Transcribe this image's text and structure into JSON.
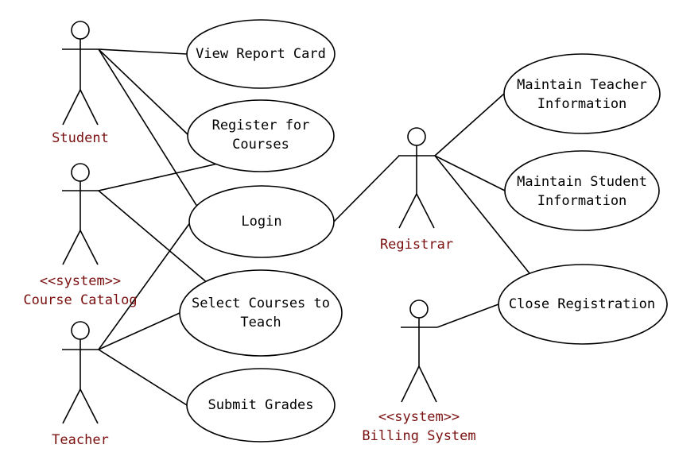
{
  "colors": {
    "line": "#000000",
    "actor_label": "#7a1010",
    "use_case_text": "#000000",
    "background": "#ffffff"
  },
  "actors": {
    "student": {
      "name": "Student"
    },
    "course_catalog": {
      "stereotype": "<<system>>",
      "name": "Course Catalog"
    },
    "teacher": {
      "name": "Teacher"
    },
    "registrar": {
      "name": "Registrar"
    },
    "billing_system": {
      "stereotype": "<<system>>",
      "name": "Billing System"
    }
  },
  "use_cases": {
    "view_report_card": {
      "lines": [
        "View Report Card"
      ]
    },
    "register_for_courses": {
      "lines": [
        "Register for",
        "Courses"
      ]
    },
    "login": {
      "lines": [
        "Login"
      ]
    },
    "select_courses": {
      "lines": [
        "Select Courses to",
        "Teach"
      ]
    },
    "submit_grades": {
      "lines": [
        "Submit Grades"
      ]
    },
    "maintain_teacher": {
      "lines": [
        "Maintain Teacher",
        "Information"
      ]
    },
    "maintain_student": {
      "lines": [
        "Maintain Student",
        "Information"
      ]
    },
    "close_registration": {
      "lines": [
        "Close Registration"
      ]
    }
  },
  "associations": [
    [
      "student",
      "view_report_card"
    ],
    [
      "student",
      "register_for_courses"
    ],
    [
      "student",
      "login"
    ],
    [
      "course_catalog",
      "register_for_courses"
    ],
    [
      "course_catalog",
      "select_courses"
    ],
    [
      "teacher",
      "login"
    ],
    [
      "teacher",
      "select_courses"
    ],
    [
      "teacher",
      "submit_grades"
    ],
    [
      "registrar",
      "login"
    ],
    [
      "registrar",
      "maintain_teacher"
    ],
    [
      "registrar",
      "maintain_student"
    ],
    [
      "registrar",
      "close_registration"
    ],
    [
      "billing_system",
      "close_registration"
    ]
  ]
}
